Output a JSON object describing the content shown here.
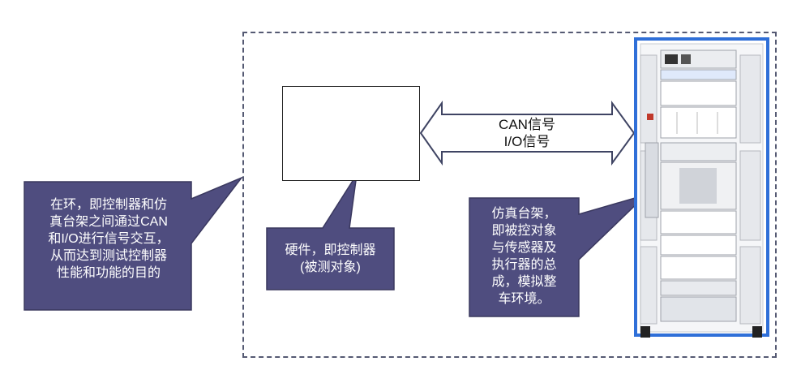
{
  "signals": {
    "line1": "CAN信号",
    "line2": "I/O信号"
  },
  "callout_left": {
    "lines": [
      "在环，即控制器和仿",
      "真台架之间通过CAN",
      "和I/O进行信号交互，",
      "从而达到测试控制器",
      "性能和功能的目的"
    ]
  },
  "callout_middle": {
    "lines": [
      "硬件，即控制器",
      "(被测对象)"
    ]
  },
  "callout_right": {
    "lines": [
      "仿真台架，",
      "即被控对象",
      "与传感器及",
      "执行器的总",
      "成，模拟整",
      "车环境。"
    ]
  },
  "colors": {
    "callout_fill": "#4f4d7f",
    "callout_border": "#3a385f",
    "frame": "#555a73",
    "rack_blue": "#2f6fd8"
  }
}
